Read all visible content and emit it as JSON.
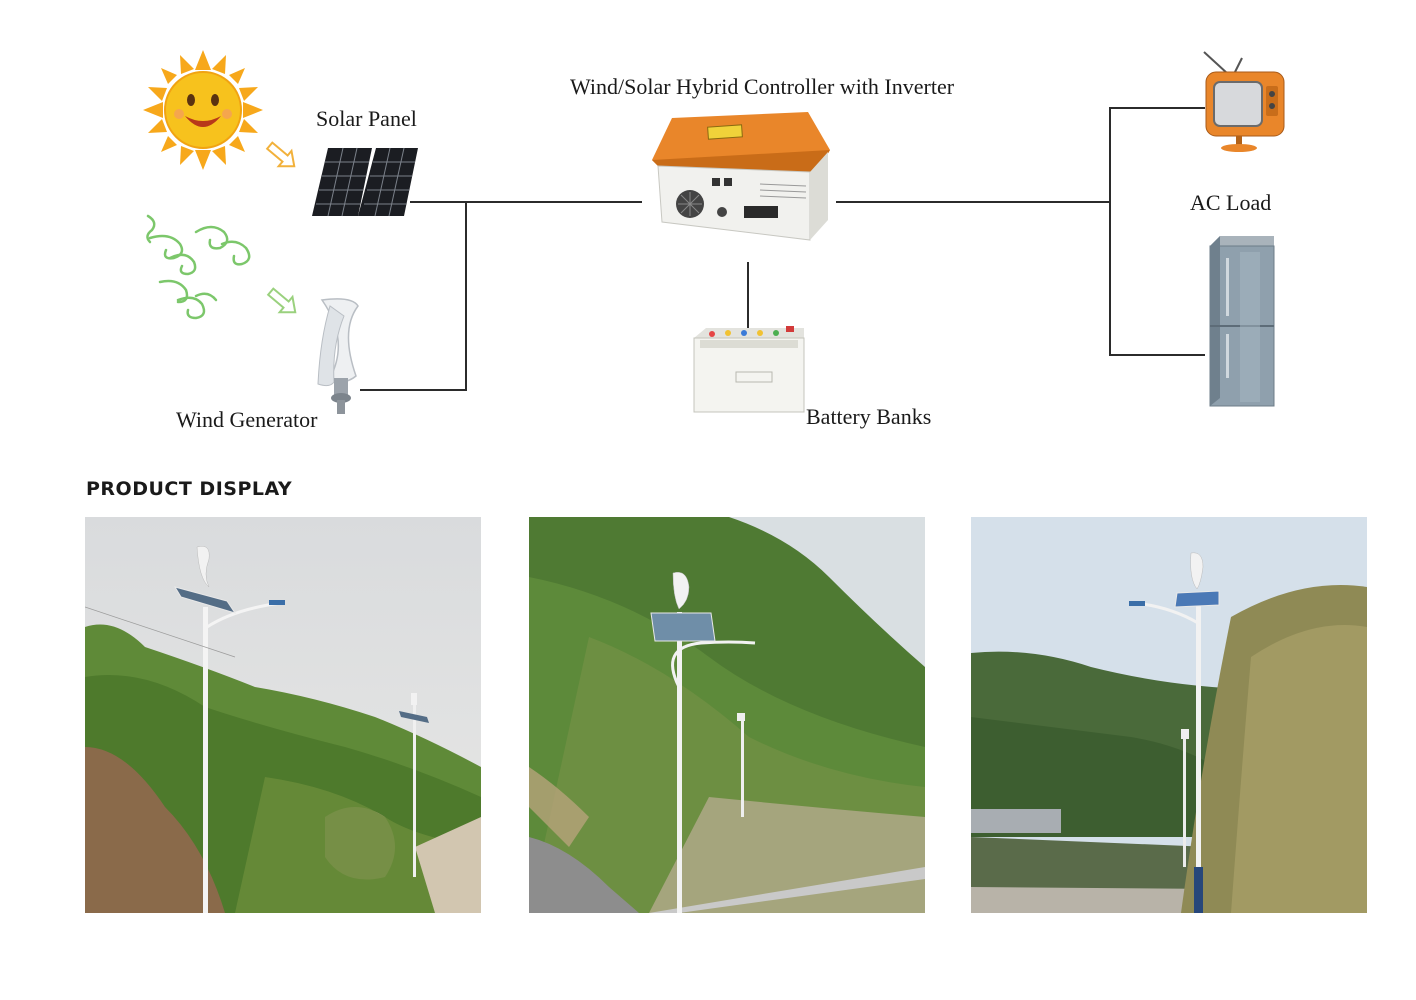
{
  "diagram": {
    "solar_panel_label": "Solar Panel",
    "wind_generator_label": "Wind Generator",
    "controller_label": "Wind/Solar Hybrid Controller with Inverter",
    "battery_label": "Battery Banks",
    "ac_load_label": "AC Load"
  },
  "product_display": {
    "title": "PRODUCT DISPLAY",
    "photos": [
      {
        "subject": "wind-solar street lights on hillside road"
      },
      {
        "subject": "wind-solar street light on green mountain"
      },
      {
        "subject": "wind-solar street light by mountain road"
      }
    ]
  },
  "colors": {
    "sun": "#f7c21d",
    "controller": "#e9862a",
    "wind": "#7cc76b",
    "line": "#2b2b2b"
  }
}
